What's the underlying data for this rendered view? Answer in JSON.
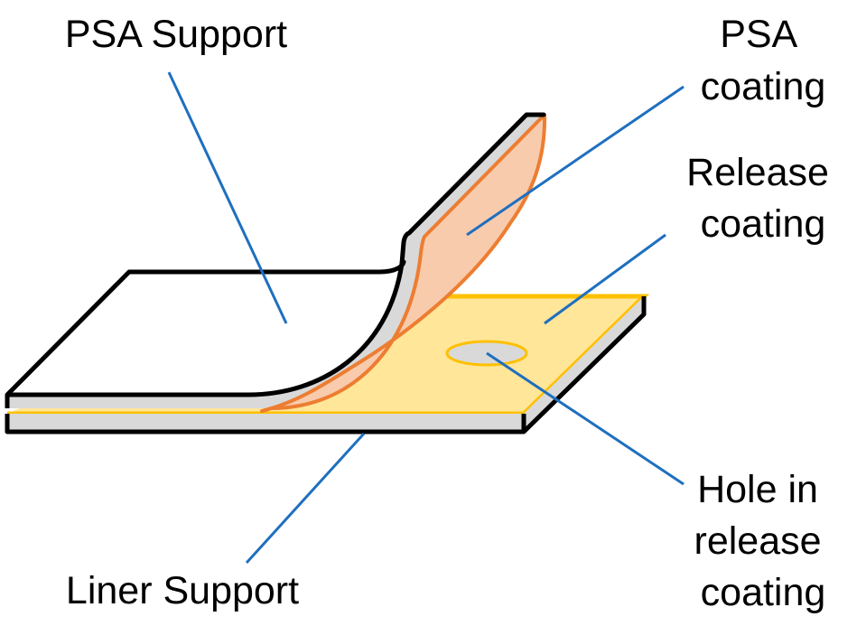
{
  "labels": {
    "psa_support": "PSA Support",
    "psa_coating": [
      "PSA",
      "coating"
    ],
    "release_coating": [
      "Release",
      "coating"
    ],
    "hole": [
      "Hole in",
      "release",
      "coating"
    ],
    "liner_support": "Liner Support"
  },
  "colors": {
    "outline": "#000000",
    "support_gray": "#d9d9d9",
    "release_yellow_fill": "#ffe699",
    "release_yellow_edge": "#ffc000",
    "psa_orange_fill": "#f8cbad",
    "psa_orange_edge": "#ed7d31",
    "leader_blue": "#1f6fbf",
    "hole_gray": "#d9d9d9"
  }
}
